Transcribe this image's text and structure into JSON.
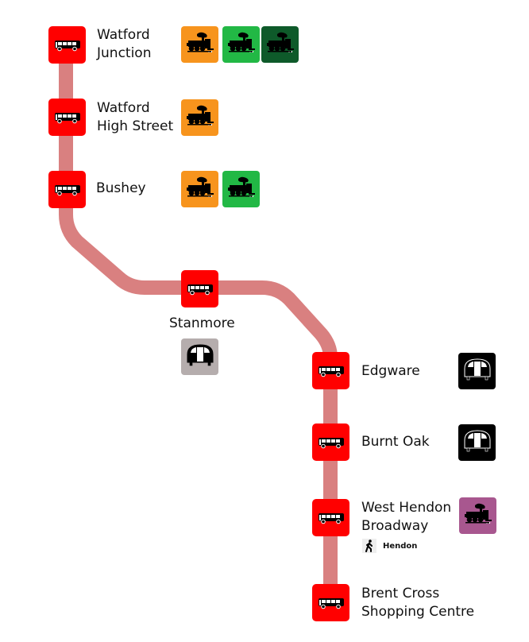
{
  "route": {
    "line_color": "#D98080",
    "stop_color": "#FF0000"
  },
  "colors": {
    "national_rail_orange": "#F7941D",
    "national_rail_green": "#22B845",
    "national_rail_dark_green": "#0E5A2A",
    "national_rail_purple": "#A8578F",
    "underground_grey": "#B5ADAD",
    "underground_black": "#000000"
  },
  "stops": [
    {
      "name_line1": "Watford",
      "name_line2": "Junction",
      "icon": "bus-icon",
      "connections": [
        {
          "icon": "steam-train-icon",
          "color": "#F7941D"
        },
        {
          "icon": "steam-train-icon",
          "color": "#22B845"
        },
        {
          "icon": "steam-train-icon",
          "color": "#0E5A2A"
        }
      ]
    },
    {
      "name_line1": "Watford",
      "name_line2": "High Street",
      "icon": "bus-icon",
      "connections": [
        {
          "icon": "steam-train-icon",
          "color": "#F7941D"
        }
      ]
    },
    {
      "name_line1": "Bushey",
      "name_line2": "",
      "icon": "bus-icon",
      "connections": [
        {
          "icon": "steam-train-icon",
          "color": "#F7941D"
        },
        {
          "icon": "steam-train-icon",
          "color": "#22B845"
        }
      ]
    },
    {
      "name_line1": "Stanmore",
      "name_line2": "",
      "icon": "bus-icon",
      "connections": [
        {
          "icon": "underground-train-icon",
          "color": "#B5ADAD"
        }
      ]
    },
    {
      "name_line1": "Edgware",
      "name_line2": "",
      "icon": "bus-icon",
      "connections": [
        {
          "icon": "underground-train-icon",
          "color": "#000000"
        }
      ]
    },
    {
      "name_line1": "Burnt Oak",
      "name_line2": "",
      "icon": "bus-icon",
      "connections": [
        {
          "icon": "underground-train-icon",
          "color": "#000000"
        }
      ]
    },
    {
      "name_line1": "West Hendon",
      "name_line2": "Broadway",
      "icon": "bus-icon",
      "connections": [
        {
          "icon": "steam-train-icon",
          "color": "#A8578F"
        }
      ],
      "walk_to": {
        "icon": "walking-person-icon",
        "label": "Hendon"
      }
    },
    {
      "name_line1": "Brent Cross",
      "name_line2": "Shopping Centre",
      "icon": "bus-icon",
      "connections": []
    }
  ]
}
